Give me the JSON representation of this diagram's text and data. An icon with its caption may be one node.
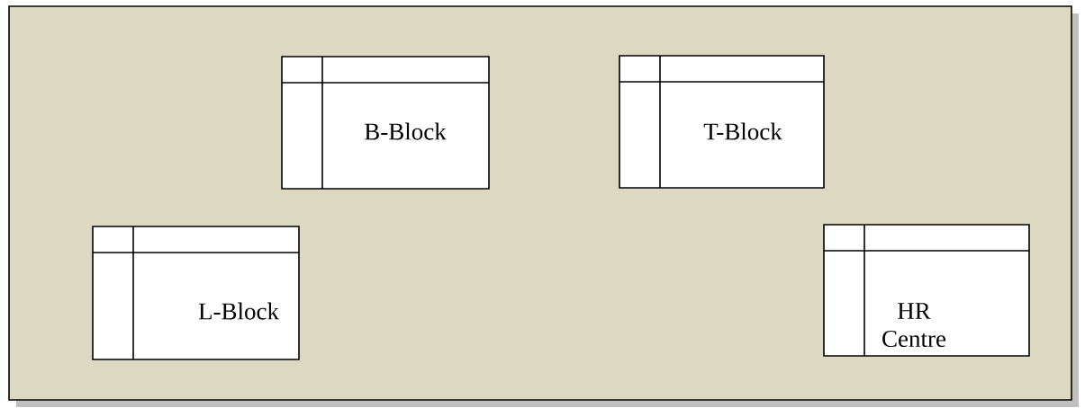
{
  "diagram": {
    "nodes": [
      {
        "text": [],
        "shape": "box"
      },
      {
        "text": [
          "B-Block"
        ],
        "in": 0
      },
      {
        "text": [
          "T-Block"
        ],
        "in": 0
      },
      {
        "text": [
          "L-Block"
        ],
        "in": 0
      },
      {
        "text": [
          "HR Centre"
        ],
        "in": 0
      }
    ]
  }
}
